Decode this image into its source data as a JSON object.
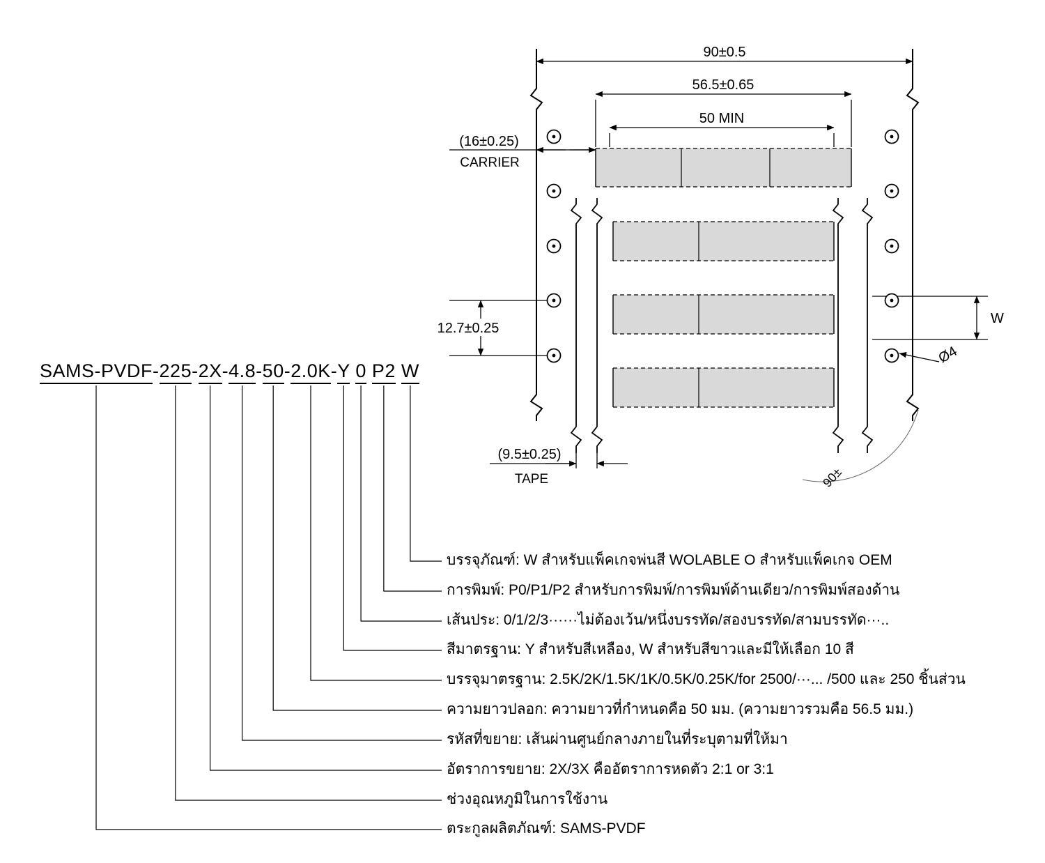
{
  "part_number": {
    "full": "SAMS-PVDF-225-2X-4.8-50-2.0K-Y 0 P2 W",
    "separators": [
      "-",
      "-",
      "-",
      "-",
      "-",
      "-",
      " ",
      " ",
      " "
    ],
    "segments": [
      {
        "code": "SAMS-PVDF",
        "description": "ตระกูลผลิตภัณฑ์: SAMS-PVDF"
      },
      {
        "code": "225",
        "description": "ช่วงอุณหภูมิในการใช้งาน"
      },
      {
        "code": "2X",
        "description": "อัตราการขยาย: 2X/3X คืออัตราการหดตัว 2:1 or 3:1"
      },
      {
        "code": "4.8",
        "description": "รหัสที่ขยาย: เส้นผ่านศูนย์กลางภายในที่ระบุตามที่ให้มา"
      },
      {
        "code": "50",
        "description": "ความยาวปลอก: ความยาวที่กำหนดคือ 50 มม. (ความยาวรวมคือ 56.5 มม.)"
      },
      {
        "code": "2.0K",
        "description": "บรรจุมาตรฐาน: 2.5K/2K/1.5K/1K/0.5K/0.25K/for 2500/···... /500 และ 250 ชิ้นส่วน"
      },
      {
        "code": "Y",
        "description": "สีมาตรฐาน: Y สำหรับสีเหลือง, W สำหรับสีขาวและมีให้เลือก 10 สี"
      },
      {
        "code": "0",
        "description": "เส้นประ: 0/1/2/3······ไม่ต้องเว้น/หนึ่งบรรทัด/สองบรรทัด/สามบรรทัด···.."
      },
      {
        "code": "P2",
        "description": "การพิมพ์: P0/P1/P2 สำหรับการพิมพ์/การพิมพ์ด้านเดียว/การพิมพ์สองด้าน"
      },
      {
        "code": "W",
        "description": "บรรจุภัณฑ์: W สำหรับแพ็คเกจพ่นสี WOLABLE O สำหรับแพ็คเกจ OEM"
      }
    ]
  },
  "drawing": {
    "overall_width": "90±0.5",
    "total_length": "56.5±0.65",
    "min_length": "50 MIN",
    "carrier_width": "(16±0.25)",
    "carrier_label": "CARRIER",
    "hole_pitch": "12.7±0.25",
    "tape_width": "(9.5±0.25)",
    "tape_label": "TAPE",
    "sleeve_width_label": "W",
    "hole_diameter": "Ø4",
    "angle": "90±"
  },
  "colors": {
    "line": "#000000",
    "sleeve_fill": "#d9d9d9",
    "background": "#ffffff"
  }
}
